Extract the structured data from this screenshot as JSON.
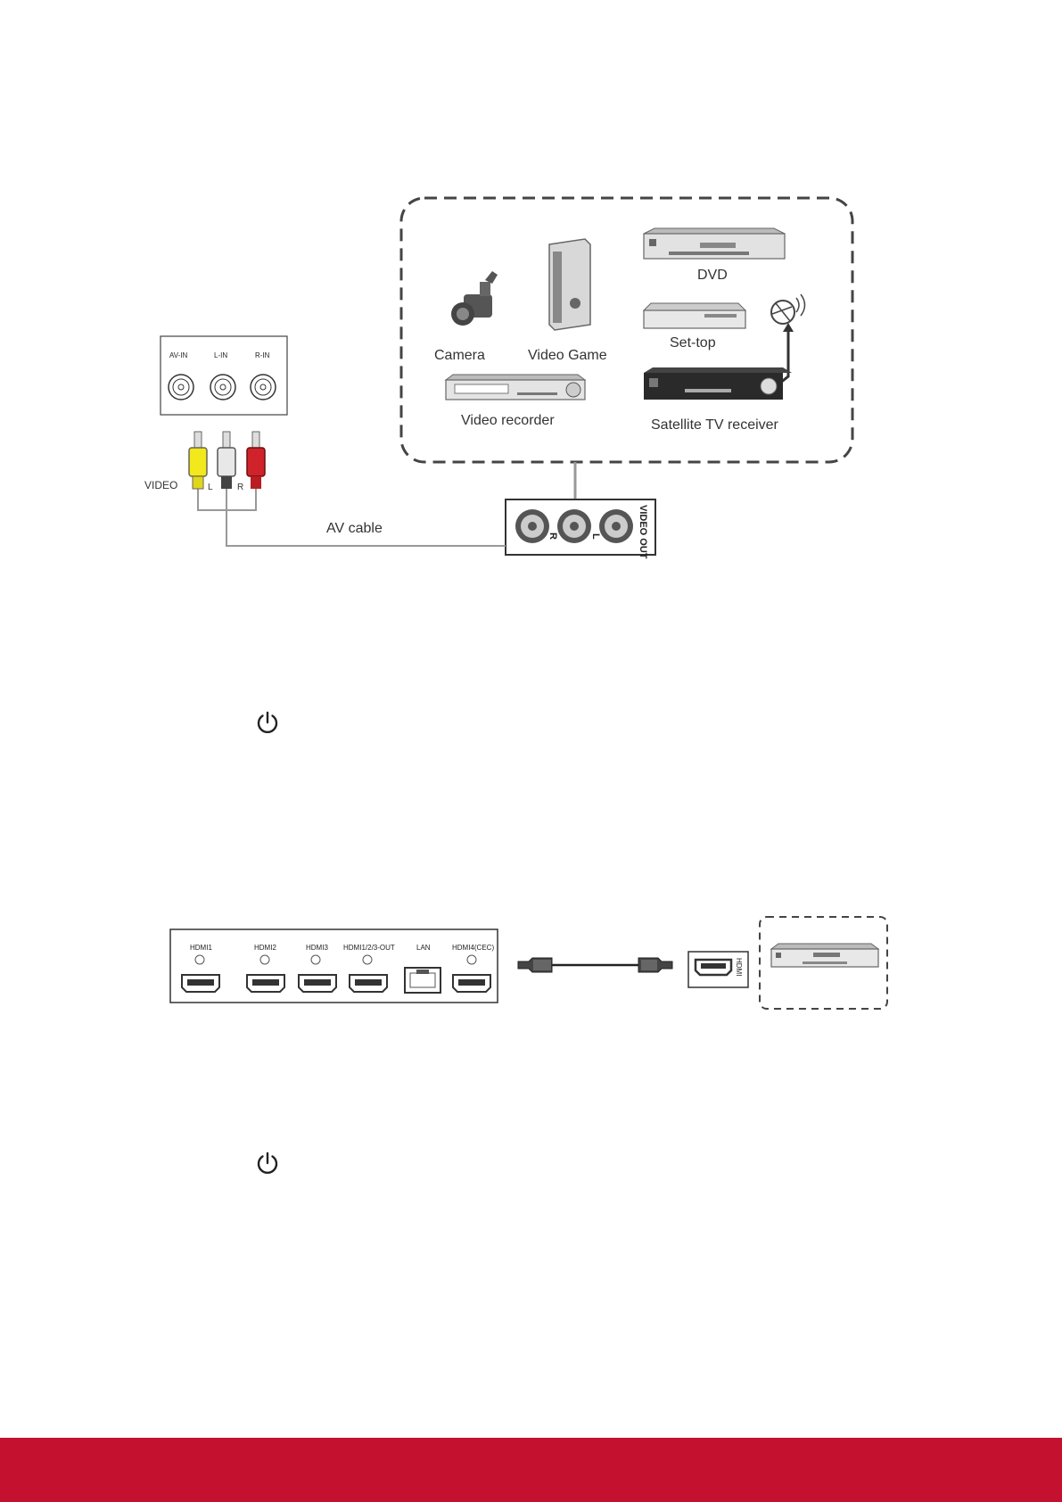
{
  "colors": {
    "footer": "#c4112f",
    "video_plug": "#f2e81c",
    "left_plug": "#e8e8e8",
    "right_plug": "#d0222a",
    "line": "#999999",
    "dash": "#444444"
  },
  "av_diagram": {
    "panel_labels": [
      "AV-IN",
      "L-IN",
      "R-IN"
    ],
    "plug_labels": {
      "video": "VIDEO",
      "left": "L",
      "right": "R"
    },
    "cable_label": "AV cable",
    "output_labels": {
      "title": "VIDEO OUT",
      "left": "L",
      "right": "R"
    },
    "devices": {
      "camera": "Camera",
      "video_game": "Video Game",
      "dvd": "DVD",
      "settop": "Set-top",
      "video_recorder": "Video recorder",
      "satellite": "Satellite TV receiver"
    }
  },
  "power_icon_name": "power-icon",
  "hdmi_diagram": {
    "port_labels": [
      "HDMI1",
      "HDMI2",
      "HDMI3",
      "HDMI1/2/3-OUT",
      "LAN",
      "HDMI4(CEC)"
    ],
    "source_port_label": "HDMI"
  }
}
